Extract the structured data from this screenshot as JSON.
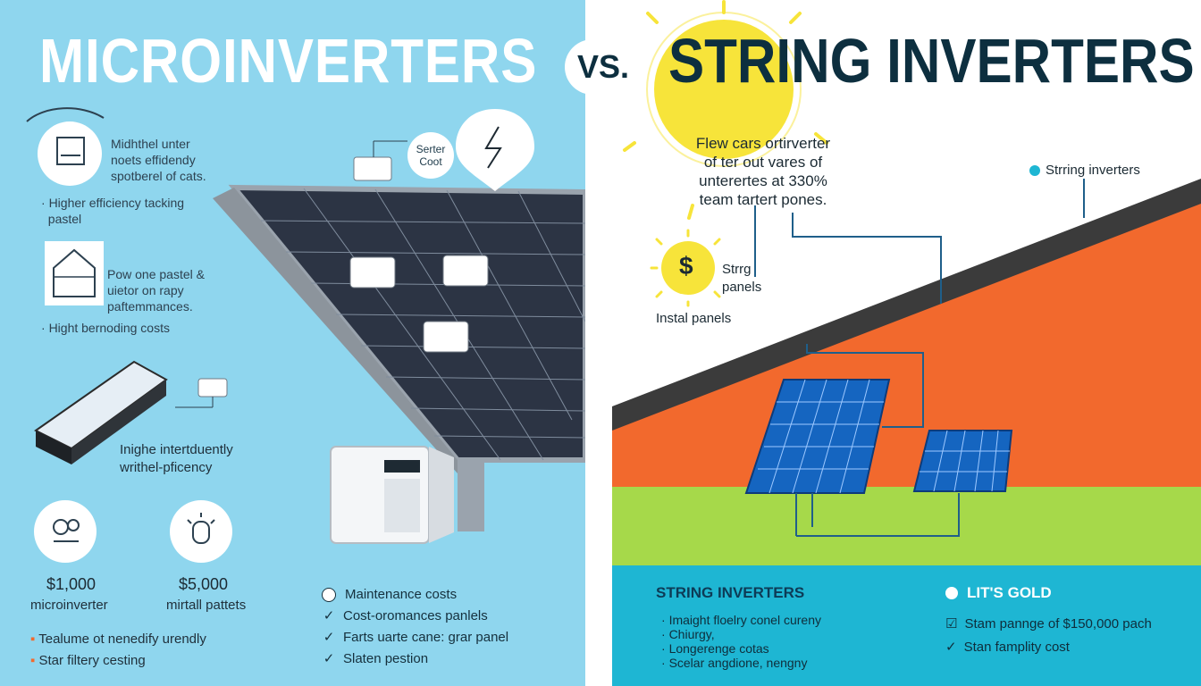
{
  "titles": {
    "left": "MICROINVERTERS",
    "vs": "VS.",
    "right": "STRING INVERTERS"
  },
  "left": {
    "feature1": {
      "line1": "Midhthel unter",
      "line2": "noets effidendy",
      "line3": "spotberel of cats."
    },
    "bullet1": {
      "line1": "Higher efficiency tacking",
      "line2": "pastel"
    },
    "feature2": {
      "line1": "Pow one pastel &",
      "line2": "uietor on rapy",
      "line3": "paftemmances."
    },
    "bullet2": "Hight bernoding costs",
    "callout": {
      "line1": "Serter",
      "line2": "Coot"
    },
    "battery_caption": {
      "line1": "Inighe intertduently",
      "line2": "writhel-pficency"
    },
    "cost1": {
      "price": "$1,000",
      "label": "microinverter"
    },
    "cost2": {
      "price": "$5,000",
      "label": "mirtall pattets"
    },
    "bullets_bottom": [
      "Tealume ot nenedify urendly",
      "Star filtery cesting"
    ],
    "checklist": [
      "Maintenance costs",
      "Cost-oromances panlels",
      "Farts uarte cane: grar panel",
      "Slaten pestion"
    ]
  },
  "right": {
    "sun_text": {
      "line1": "Flew cars ortirverter",
      "line2": "of ter out vares of",
      "line3": "unterertes at 330%",
      "line4": "team tartert pones."
    },
    "legend_label": "Strring inverters",
    "dollar_symbol": "$",
    "dollar_label": {
      "line1": "Strrg",
      "line2": "panels"
    },
    "install_label": "Instal panels",
    "box_title": "STRING INVERTERS",
    "box_bullets": [
      "Imaight floelry conel cureny",
      "Chiurgy,",
      "Longerenge cotas",
      "Scelar angdione, nengny"
    ],
    "gold_title": "LIT'S GOLD",
    "gold_items": [
      "Stam pannge of $150,000 pach",
      "Stan famplity cost"
    ]
  },
  "colors": {
    "left_bg": "#8fd6ee",
    "roof_orange": "#f2692d",
    "grass_green": "#a6d94a",
    "teal_box": "#1eb6d3",
    "title_dark": "#0d2f3f",
    "sun_yellow": "#f7e43a"
  }
}
